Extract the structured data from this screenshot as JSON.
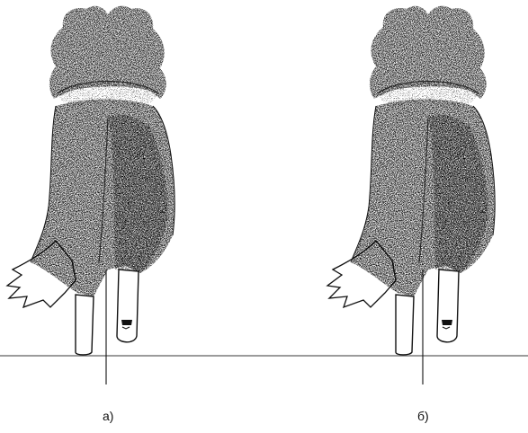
{
  "figure": {
    "panels": [
      {
        "id": "a",
        "label": "а)"
      },
      {
        "id": "b",
        "label": "б)"
      }
    ],
    "colors": {
      "ink": "#111111",
      "ground_line": "#7a7a7a",
      "background": "#ffffff"
    }
  }
}
